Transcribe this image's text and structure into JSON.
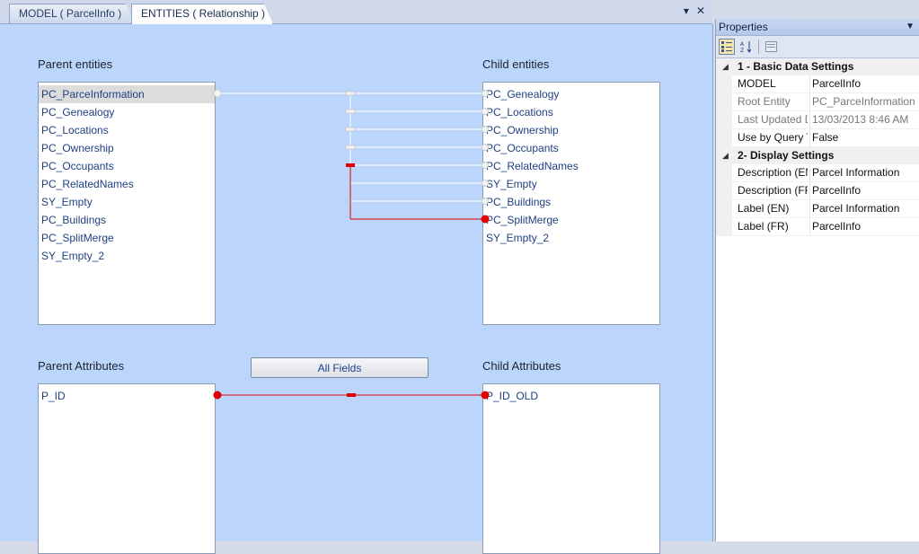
{
  "tabs": [
    {
      "label": "MODEL ( ParcelInfo )",
      "active": false
    },
    {
      "label": "ENTITIES ( Relationship )",
      "active": true
    }
  ],
  "tab_controls": {
    "dropdown": "▾",
    "close": "✕"
  },
  "designer": {
    "parent_entities_label": "Parent entities",
    "child_entities_label": "Child entities",
    "parent_attributes_label": "Parent Attributes",
    "child_attributes_label": "Child Attributes",
    "all_fields_button": "All Fields",
    "parent_entities": [
      "PC_ParceInformation",
      "PC_Genealogy",
      "PC_Locations",
      "PC_Ownership",
      "PC_Occupants",
      "PC_RelatedNames",
      "SY_Empty",
      "PC_Buildings",
      "PC_SplitMerge",
      "SY_Empty_2"
    ],
    "selected_parent_entity": "PC_ParceInformation",
    "child_entities": [
      "PC_Genealogy",
      "PC_Locations",
      "PC_Ownership",
      "PC_Occupants",
      "PC_RelatedNames",
      "SY_Empty",
      "PC_Buildings",
      "PC_SplitMerge",
      "SY_Empty_2"
    ],
    "active_child_relationship": "PC_SplitMerge",
    "parent_attributes": [
      "P_ID"
    ],
    "child_attributes": [
      "P_ID_OLD"
    ],
    "colors": {
      "link": "#ffffff",
      "active_link": "#e00000",
      "surface": "#bcd6fb"
    }
  },
  "properties": {
    "title": "Properties",
    "toolbar": {
      "categorized_icon": "categorized-icon",
      "alphabetical_icon": "sort-az-icon",
      "pages_icon": "property-pages-icon"
    },
    "categories": [
      {
        "label": "1 - Basic Data Settings",
        "rows": [
          {
            "name": "MODEL",
            "value": "ParcelInfo",
            "readonly": false
          },
          {
            "name": "Root Entity",
            "value": "PC_ParceInformation",
            "readonly": true
          },
          {
            "name": "Last Updated D",
            "value": "13/03/2013 8:46 AM",
            "readonly": true
          },
          {
            "name": "Use by Query T",
            "value": "False",
            "readonly": false
          }
        ]
      },
      {
        "label": "2- Display Settings",
        "rows": [
          {
            "name": "Description (EN",
            "value": "Parcel Information",
            "readonly": false
          },
          {
            "name": "Description (FR",
            "value": "ParcelInfo",
            "readonly": false
          },
          {
            "name": "Label (EN)",
            "value": "Parcel Information",
            "readonly": false
          },
          {
            "name": "Label (FR)",
            "value": "ParcelInfo",
            "readonly": false
          }
        ]
      }
    ]
  }
}
